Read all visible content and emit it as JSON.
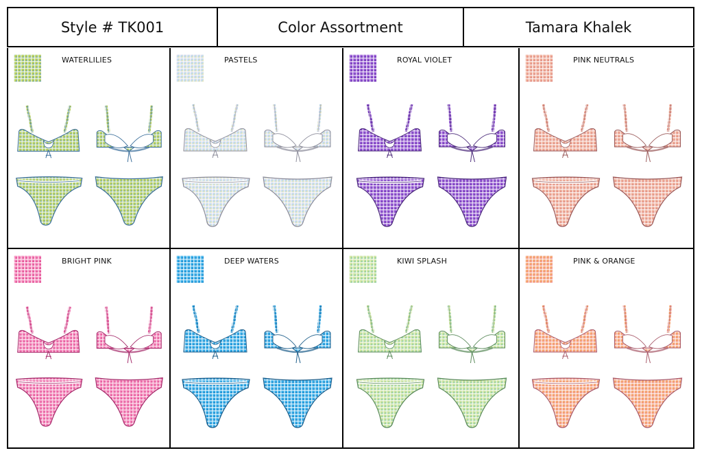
{
  "header": {
    "style_label": "Style # TK001",
    "collection_label": "Color Assortment",
    "designer_label": "Tamara Khalek"
  },
  "panels": [
    {
      "name": "WATERLILIES",
      "colors": {
        "a": "#2aa6e0",
        "b": "#c9d640",
        "c": "#5b9fd1",
        "line": "#3a6e9a"
      }
    },
    {
      "name": "PASTELS",
      "colors": {
        "a": "#f3b7cf",
        "b": "#b9d9f2",
        "c": "#f6e7a8",
        "line": "#8c8c9a"
      }
    },
    {
      "name": "ROYAL VIOLET",
      "colors": {
        "a": "#7b3fc4",
        "b": "#9a5ad8",
        "c": "#5f2ca6",
        "line": "#4b2a7a"
      }
    },
    {
      "name": "PINK NEUTRALS",
      "colors": {
        "a": "#e98a8a",
        "b": "#f2b49a",
        "c": "#d97a7a",
        "line": "#9a5a5a"
      }
    },
    {
      "name": "BRIGHT PINK",
      "colors": {
        "a": "#ec3f8f",
        "b": "#f58bbd",
        "c": "#d92f7f",
        "line": "#a42a6a"
      }
    },
    {
      "name": "DEEP WATERS",
      "colors": {
        "a": "#1f9ee0",
        "b": "#3db4ee",
        "c": "#147dbf",
        "line": "#1e5e8a"
      }
    },
    {
      "name": "KIWI SPLASH",
      "colors": {
        "a": "#8ed27a",
        "b": "#d6e69a",
        "c": "#6fc2a6",
        "line": "#5a8a5a"
      }
    },
    {
      "name": "PINK & ORANGE",
      "colors": {
        "a": "#f07aa8",
        "b": "#f5a35a",
        "c": "#f29ac0",
        "line": "#a85a6a"
      }
    }
  ]
}
